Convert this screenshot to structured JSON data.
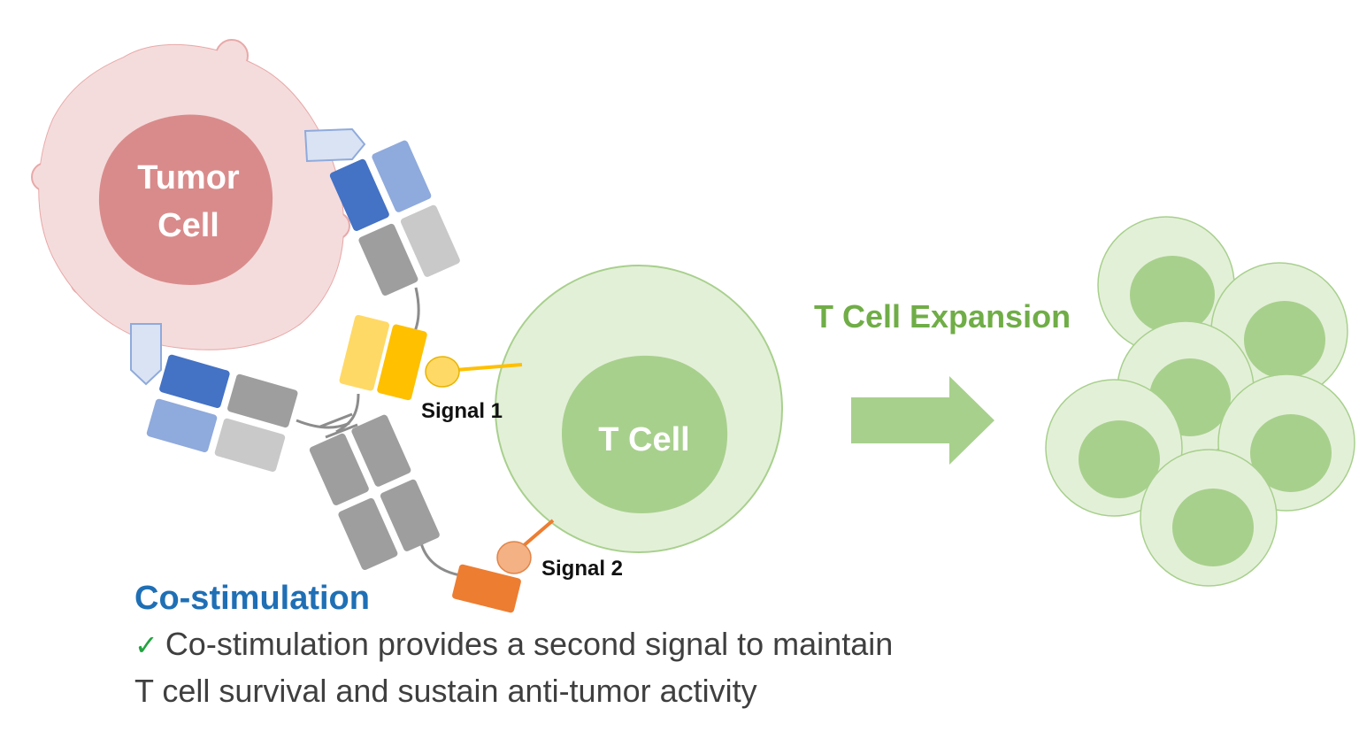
{
  "labels": {
    "tumor_line1": "Tumor",
    "tumor_line2": "Cell",
    "t_cell": "T Cell",
    "signal1": "Signal 1",
    "signal2": "Signal 2",
    "expansion": "T Cell Expansion"
  },
  "text": {
    "heading": "Co-stimulation",
    "check_icon": "✓",
    "line1": "Co-stimulation provides a second signal to maintain",
    "line2": "T cell survival and sustain anti-tumor activity"
  },
  "colors": {
    "tumor_membrane": "#f5dcdc",
    "tumor_nucleus": "#d98b8b",
    "t_cell_membrane": "#e3f0d8",
    "t_cell_nucleus": "#a8d08d",
    "heading": "#1f6fb5",
    "expansion_label": "#70ad47",
    "signal1": "#ffc000",
    "signal2": "#ed7d31",
    "antibody_dark_blue": "#4472c4",
    "antibody_light_blue": "#8faadc",
    "antibody_gray": "#9e9e9e",
    "check": "#22a340"
  }
}
